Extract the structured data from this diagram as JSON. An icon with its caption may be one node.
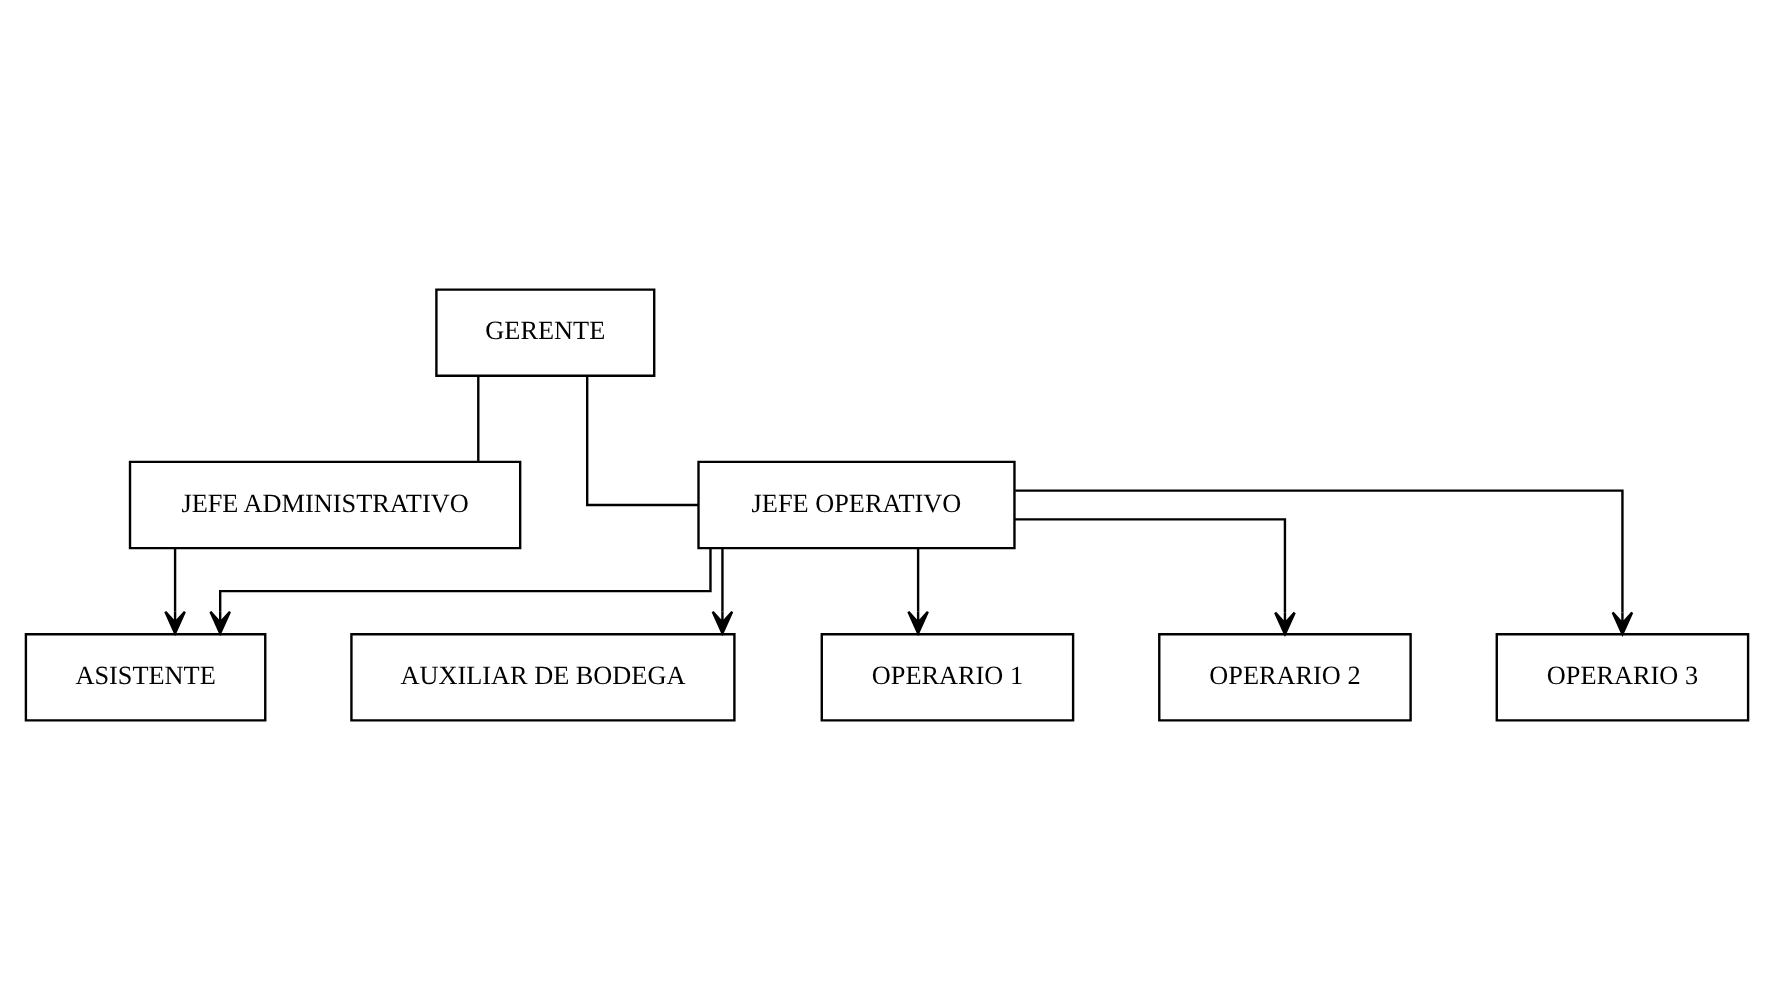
{
  "diagram": {
    "nodes": [
      {
        "text": [
          "GERENTE"
        ]
      },
      {
        "text": [
          "JEFE OPERATIVO"
        ]
      },
      {
        "text": [
          "JEFE ADMINISTRATIVO"
        ]
      },
      {
        "text": [
          "ASISTENTE"
        ]
      },
      {
        "text": [
          "AUXILIAR DE BODEGA"
        ]
      },
      {
        "text": [
          "OPERARIO 1"
        ]
      },
      {
        "text": [
          "OPERARIO 2"
        ]
      },
      {
        "text": [
          "OPERARIO 3"
        ]
      }
    ],
    "edges": [
      {
        "from": 0,
        "to": 1,
        "arrow": "none"
      },
      {
        "from": 0,
        "to": 2,
        "arrow": "none"
      },
      {
        "from": 1,
        "to": 3,
        "arrow": "to"
      },
      {
        "from": 2,
        "to": 3,
        "arrow": "to"
      },
      {
        "from": 1,
        "to": 4,
        "arrow": "to"
      },
      {
        "from": 1,
        "to": 5,
        "arrow": "to"
      },
      {
        "from": 1,
        "to": 6,
        "arrow": "to"
      },
      {
        "from": 1,
        "to": 7,
        "arrow": "to"
      }
    ]
  }
}
